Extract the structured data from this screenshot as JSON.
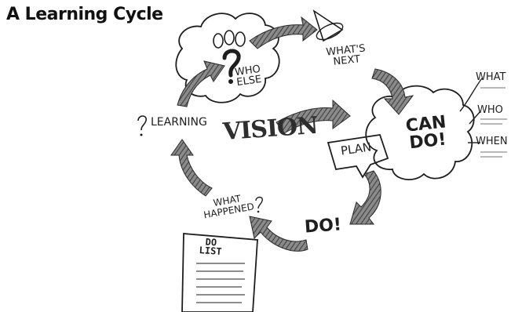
{
  "title": "A Learning Cycle",
  "labels": {
    "who_else_1": "WHO",
    "who_else_2": "ELSE",
    "whats_next_1": "WHAT'S",
    "whats_next_2": "NEXT",
    "can_do_1": "CAN",
    "can_do_2": "DO!",
    "what": "WHAT",
    "who": "WHO",
    "when": "WHEN",
    "plan": "PLAN",
    "do": "DO!",
    "what_happened_1": "WHAT",
    "what_happened_2": "HAPPENED",
    "learning": "LEARNING",
    "vision": "VISION",
    "todo_1": "DO",
    "todo_2": "LIST"
  },
  "colors": {
    "ink": "#1e1e1e",
    "arrow": "#6a6a6a"
  }
}
